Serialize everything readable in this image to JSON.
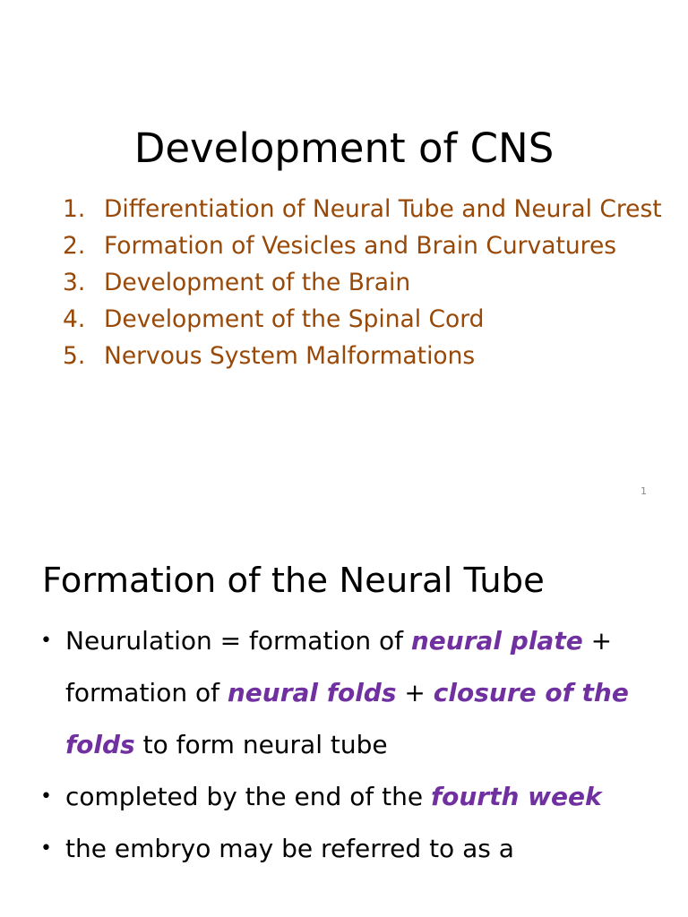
{
  "colors": {
    "background": "#ffffff",
    "title_text": "#000000",
    "toc_text": "#984807",
    "emphasis": "#7030a0",
    "slide_number": "#8a8a8a"
  },
  "slide1": {
    "title": "Development of CNS",
    "items": [
      {
        "num": "1.",
        "text": "Differentiation of Neural Tube and Neural Crest"
      },
      {
        "num": "2.",
        "text": "Formation of Vesicles and Brain Curvatures"
      },
      {
        "num": "3.",
        "text": "Development of the Brain"
      },
      {
        "num": "4.",
        "text": "Development of the Spinal Cord"
      },
      {
        "num": "5.",
        "text": "Nervous System Malformations"
      }
    ],
    "slide_number": "1"
  },
  "slide2": {
    "title": "Formation of the Neural Tube",
    "bullet_symbol": "•",
    "bullets": [
      {
        "segments": [
          {
            "text": "Neurulation = formation of ",
            "emphasis": false
          },
          {
            "text": "neural plate",
            "emphasis": true
          },
          {
            "text": " + formation of ",
            "emphasis": false
          },
          {
            "text": "neural folds",
            "emphasis": true
          },
          {
            "text": " + ",
            "emphasis": false
          },
          {
            "text": "closure of the folds",
            "emphasis": true
          },
          {
            "text": " to form neural tube",
            "emphasis": false
          }
        ]
      },
      {
        "segments": [
          {
            "text": "completed by the end of the ",
            "emphasis": false
          },
          {
            "text": "fourth week",
            "emphasis": true
          }
        ]
      },
      {
        "segments": [
          {
            "text": "the embryo may be referred to as a",
            "emphasis": false
          }
        ]
      }
    ]
  }
}
